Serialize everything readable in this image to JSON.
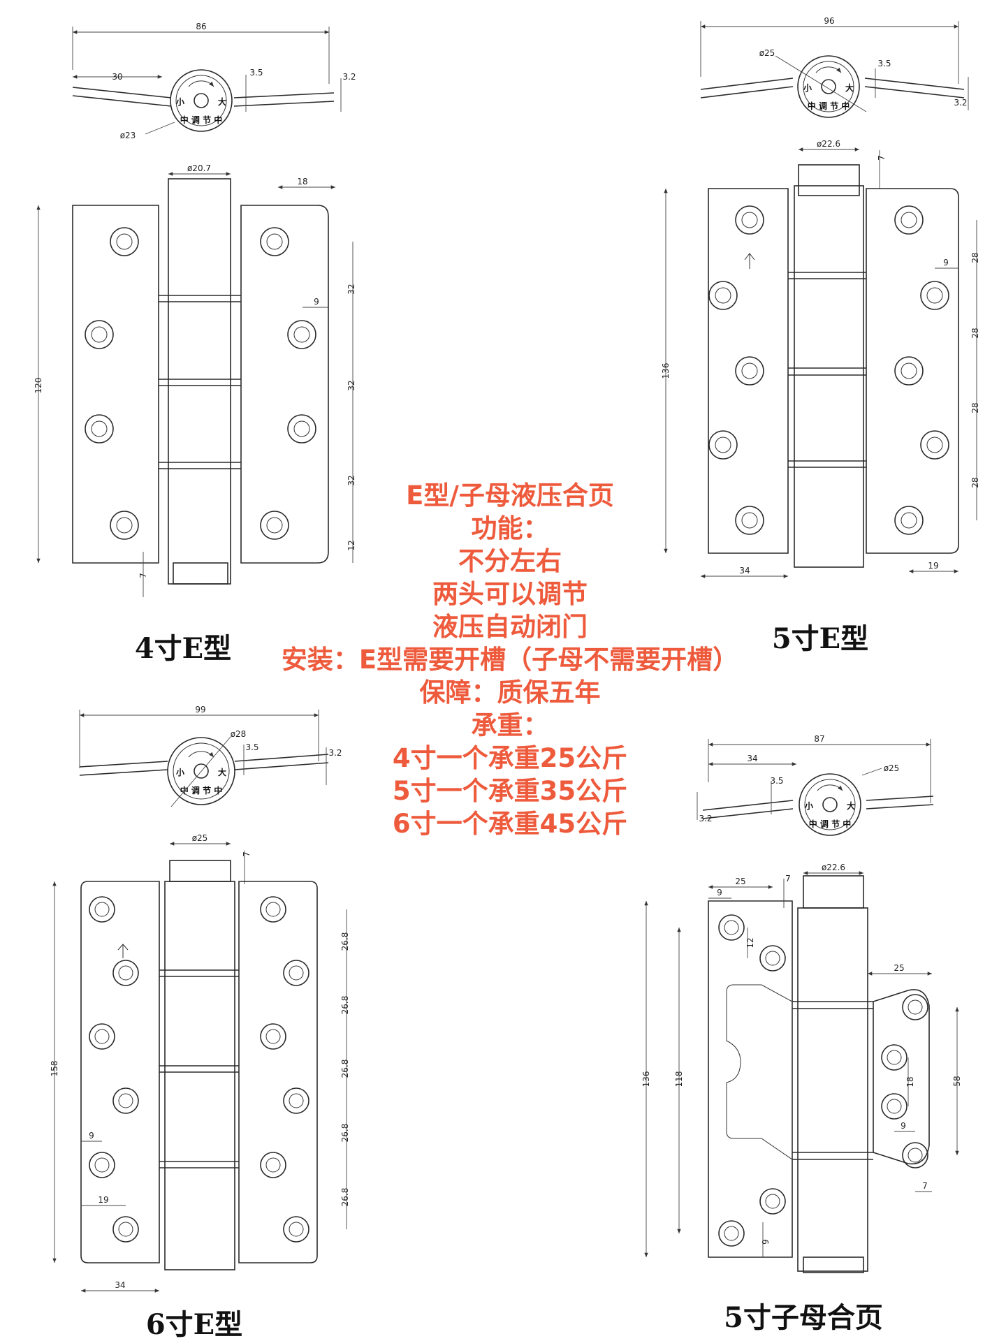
{
  "info": {
    "title": "E型/子母液压合页",
    "function_label": "功能：",
    "features": [
      "不分左右",
      "两头可以调节",
      "液压自动闭门"
    ],
    "install": "安装：E型需要开槽（子母不需要开槽）",
    "warranty": "保障：质保五年",
    "load_label": "承重：",
    "loads": [
      "4寸一个承重25公斤",
      "5寸一个承重35公斤",
      "6寸一个承重45公斤"
    ]
  },
  "hinges": [
    {
      "caption": "4寸E型",
      "top_view": {
        "width": "86",
        "wing": "30",
        "knuckle_dia": "ø23",
        "gap": "3.5",
        "thick": "3.2"
      },
      "front_view": {
        "height": "120",
        "barrel_dia": "ø20.7",
        "edge_to_hole": "18",
        "hole_spacing": [
          "32",
          "32",
          "32"
        ],
        "bottom_offset": "12",
        "offset": "9",
        "pin_extension": "7"
      }
    },
    {
      "caption": "5寸E型",
      "top_view": {
        "width": "96",
        "knuckle_dia": "ø25",
        "gap": "3.5",
        "thick": "3.2"
      },
      "front_view": {
        "height": "136",
        "barrel_dia": "ø22.6",
        "pin_extension": "7",
        "offset": "9",
        "hole_spacing": [
          "28",
          "28",
          "28",
          "28"
        ],
        "leaf_width": "34",
        "edge_to_hole": "19"
      }
    },
    {
      "caption": "6寸E型",
      "top_view": {
        "width": "99",
        "knuckle_dia": "ø28",
        "gap": "3.5",
        "thick": "3.2"
      },
      "front_view": {
        "height": "158",
        "barrel_dia": "ø25",
        "pin_extension": "7",
        "hole_spacing": [
          "26.8",
          "26.8",
          "26.8",
          "26.8",
          "26.8"
        ],
        "offset": "9",
        "edge_to_hole": "19",
        "leaf_width": "34"
      }
    },
    {
      "caption": "5寸子母合页",
      "top_view": {
        "width": "87",
        "wing": "34",
        "gap": "3.5",
        "knuckle_dia": "ø25",
        "thick": "3.2"
      },
      "front_view": {
        "height": "136",
        "inner_height": "118",
        "barrel_dia": "ø22.6",
        "top_width": "25",
        "top_offset": "9",
        "pin_extension": "7",
        "hole_gap": "12",
        "right_width": "25",
        "hole_spacing": "18",
        "right_span": "58",
        "right_offset": "9",
        "bottom_pin": "7",
        "bottom_offset": "9"
      }
    }
  ],
  "knuckle_marks": {
    "small": "小",
    "large": "大",
    "adjust": "中 调 节 中"
  }
}
